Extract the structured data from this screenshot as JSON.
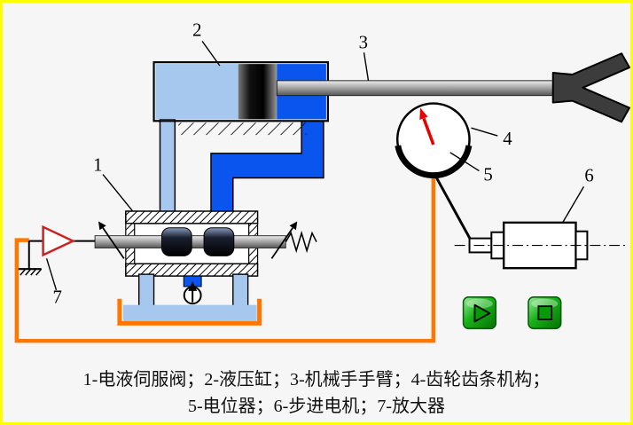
{
  "caption": {
    "line1": "1-电液伺服阀；2-液压缸；3-机械手手臂；4-齿轮齿条机构；",
    "line2": "5-电位器；6-步进电机；7-放大器"
  },
  "legend": [
    {
      "num": "1",
      "name": "电液伺服阀"
    },
    {
      "num": "2",
      "name": "液压缸"
    },
    {
      "num": "3",
      "name": "机械手手臂"
    },
    {
      "num": "4",
      "name": "齿轮齿条机构"
    },
    {
      "num": "5",
      "name": "电位器"
    },
    {
      "num": "6",
      "name": "步进电机"
    },
    {
      "num": "7",
      "name": "放大器"
    }
  ],
  "controls": {
    "play_button_icon": "play-triangle",
    "stop_button_icon": "stop-square"
  },
  "colors": {
    "frame_border": "#ffff00",
    "background": "#f6f6f6",
    "fluid_light": "#a6c8ee",
    "fluid_dark": "#0a55ee",
    "feedback_wire": "#ff7700",
    "needle_red": "#e80000",
    "button_green": "#18b018",
    "amplifier_outline": "#cc2222"
  }
}
